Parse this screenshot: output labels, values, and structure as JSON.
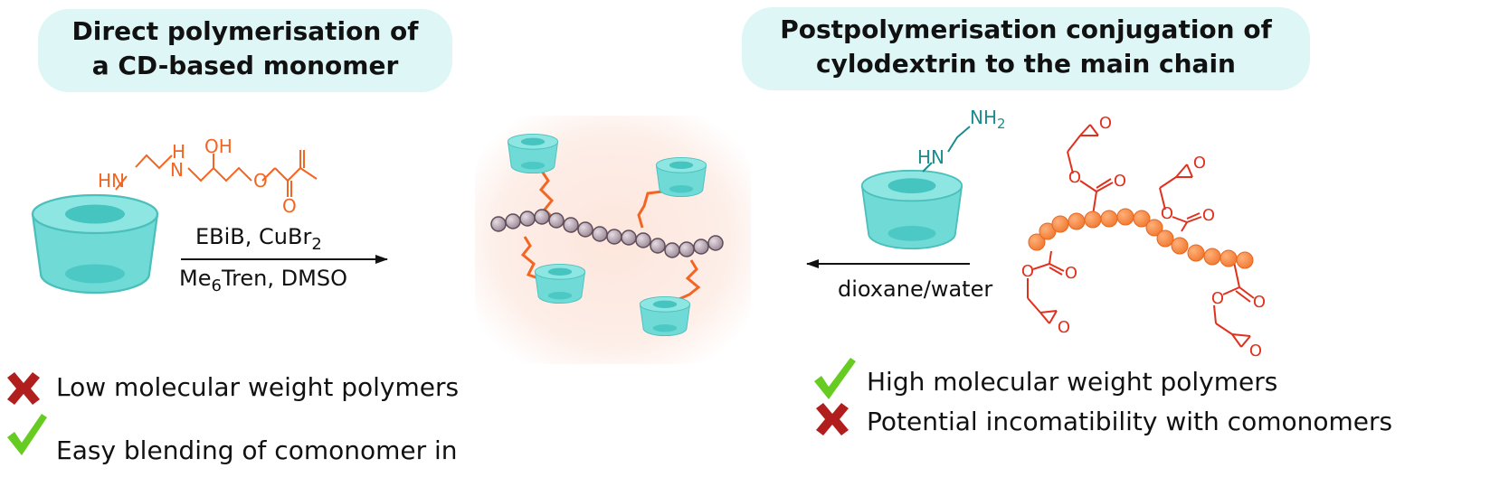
{
  "left_panel": {
    "title_line1": "Direct polymerisation of",
    "title_line2": "a CD-based monomer",
    "monomer_labels": {
      "hn": "HN",
      "h": "H",
      "n": "N",
      "oh": "OH",
      "o1": "O",
      "o2": "O"
    },
    "reagents_line1": "EBiB, CuBr",
    "reagents_line1_sub": "2",
    "reagents_line2_a": "Me",
    "reagents_line2_sub": "6",
    "reagents_line2_b": "Tren, DMSO",
    "pros_cons": [
      {
        "mark": "cross",
        "text": "Low molecular weight polymers"
      },
      {
        "mark": "check",
        "text": "Easy blending of comonomer in"
      }
    ]
  },
  "right_panel": {
    "title_line1": "Postpolymerisation conjugation of",
    "title_line2": "cylodextrin to the main chain",
    "amine_labels": {
      "nh": "NH",
      "nh_sub": "2",
      "hn": "HN"
    },
    "solvent": "dioxane/water",
    "oxygen_label": "O",
    "pros_cons": [
      {
        "mark": "check",
        "text": "High molecular weight polymers"
      },
      {
        "mark": "cross",
        "text": "Potential incomatibility with comonomers"
      }
    ]
  },
  "colors": {
    "title_bg": "#dff6f6",
    "cyclodextrin": "#5fd3cf",
    "orange": "#f26522",
    "polymer_bead": "#b3a1ad",
    "teal_text": "#1e8c8c",
    "check_green": "#66cc22",
    "cross_red": "#b01e1e"
  },
  "icons": [
    "cyclodextrin-cup-icon",
    "check-icon",
    "cross-icon",
    "arrow-right-icon",
    "arrow-left-icon"
  ]
}
